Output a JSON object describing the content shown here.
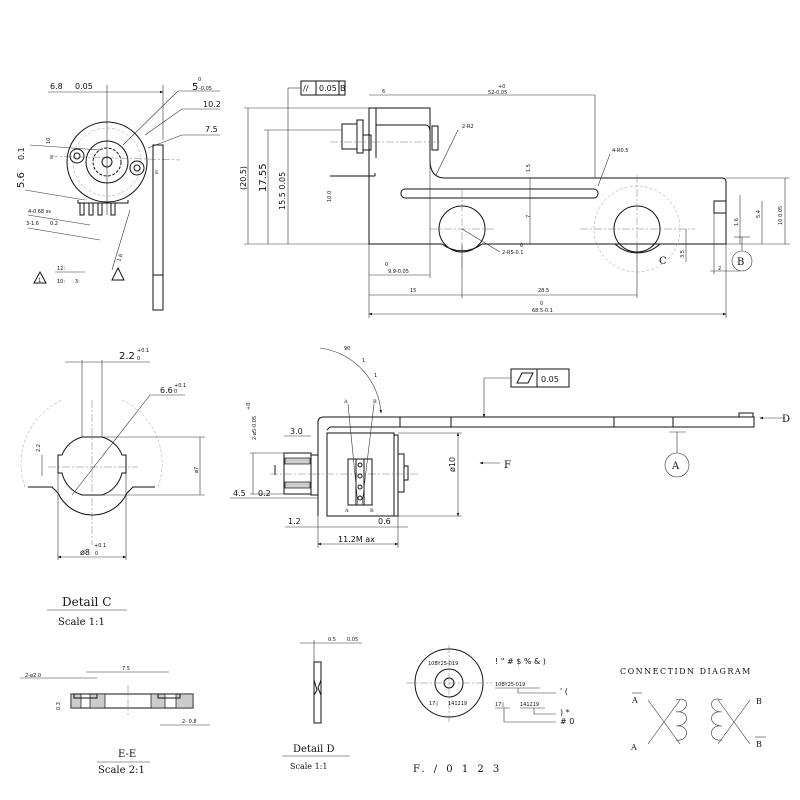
{
  "front_view": {
    "dim_6_8": "6.8",
    "dim_6_8_tol": "0.05",
    "dim_5": "5",
    "dim_5_upper": "0",
    "dim_5_lower": "-0.05",
    "dim_10_2": "10.2",
    "dim_7_5": "7.5",
    "dim_5_6": "5.6",
    "dim_5_6_tol": "0.1",
    "pins": "4-0.68 ss",
    "pitch": "3-1.6",
    "pitch_tol": "0.2",
    "angle": "1.6",
    "section_mark": "E",
    "small_dim": "10",
    "note_mark": "1",
    "note_a": "10:",
    "note_b": "3:",
    "note_c": "12:"
  },
  "top_view": {
    "parallel_symbol": "//",
    "parallel_tol": "0.05",
    "parallel_datum": "B",
    "dim_6": "6",
    "dim_52": "52-0.05",
    "dim_52_upper": "+0",
    "dim_2r2": "2-R2",
    "dim_4r06": "4-R0.5",
    "dim_20_5": "(20.5)",
    "dim_17_55": "17.55",
    "dim_15_5": "15.5 0.05",
    "dim_small": "10.0",
    "dim_1_5": "1.5",
    "dim_7": "7",
    "dim_9_9": "9.9-0.05",
    "dim_9_9_upper": "0",
    "dim_2r5": "2-R5-0.1",
    "dim_2r5_upper": "0",
    "dim_15": "15",
    "dim_28_5": "28.5",
    "dim_68_5": "68.5-0.1",
    "dim_68_5_upper": "0",
    "dim_3_5": "3.5",
    "dim_2": "2",
    "dim_1_6": "1.6",
    "dim_5_4": "5.4",
    "dim_10": "10 0.05",
    "detail_c_label": "C",
    "datum_b": "B"
  },
  "detail_c": {
    "dim_2_2": "2.2",
    "dim_2_2_tol": "+0.1",
    "dim_2_2_zero": "0",
    "dim_6_6": "6.6",
    "dim_6_6_tol": "+0.1",
    "dim_6_6_zero": "0",
    "dim_left": "2.2",
    "dim_7": "ø7",
    "dim_8": "ø8",
    "dim_8_tol": "+0.1",
    "dim_8_zero": "0",
    "title": "Detail C",
    "scale": "Scale 1:1"
  },
  "side_view": {
    "angle": "90",
    "angle_mark_1": "1",
    "angle_mark_2": "1",
    "dim_2_5": "2-ø5-0.05",
    "dim_2_5_upper": "+0",
    "dim_3_0": "3.0",
    "dim_4_5": "4.5",
    "dim_4_5_tol": "0.2",
    "dim_1_2": "1.2",
    "dim_0_6": "0.6",
    "dim_11_2": "11.2M ax",
    "dim_10": "ø10",
    "flatness_tol": "0.05",
    "label_a_top": "A",
    "label_b_top": "B",
    "label_a_bot": "A",
    "label_b_bot": "B",
    "view_d": "D",
    "view_f": "F",
    "datum_a": "A"
  },
  "section_ee": {
    "dim_holes": "2-ø2.0",
    "dim_7_5": "7.5",
    "dim_0_8": "2- 0.8",
    "dim_small": "0.3",
    "title": "E-E",
    "scale": "Scale 2:1"
  },
  "detail_d": {
    "dim": "0.5",
    "dim_tol": "0.05",
    "title": "Detail D",
    "scale": "Scale 1:1"
  },
  "label_view": {
    "model_on_part": "10BY25-019",
    "code_on_part_a": "17▯",
    "code_on_part_b": "141219",
    "legend_header": "! \" # $ % & )",
    "model": "10BY25-019",
    "model_note": "' (",
    "code_a": "17▯",
    "code_b": "141219",
    "code_b_note": ") *",
    "code_a_note": "# 0"
  },
  "connection_diagram": {
    "title": "CONNECTIDN DIAGRAM",
    "a_bar": "A",
    "a": "A",
    "b": "B",
    "b_bar": "B"
  },
  "footer": {
    "fig_label": "F.  / 0 1 2 3"
  }
}
